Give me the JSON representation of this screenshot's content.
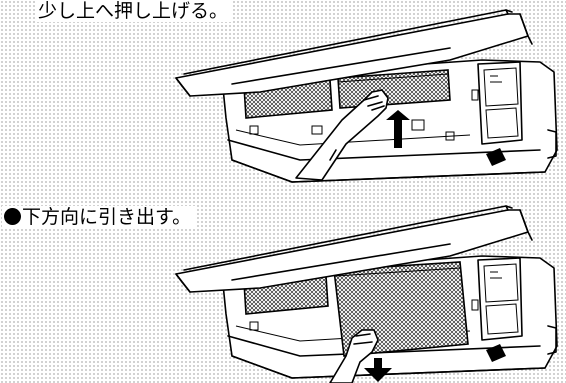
{
  "page": {
    "background_color": "#ffffff",
    "dot_color": "#b4b4b4"
  },
  "steps": [
    {
      "text": "少し上へ押し上げる。",
      "bullet": false,
      "arrow_direction": "up",
      "filter_state": "pushed up, still inserted"
    },
    {
      "text": "下方向に引き出す。",
      "bullet": true,
      "arrow_direction": "down",
      "filter_state": "pulled down out of unit"
    }
  ],
  "illustration": {
    "subject": "wall-mounted air conditioner with front panel lifted open",
    "icons": [
      "hand-icon",
      "arrow-up-icon",
      "arrow-down-icon",
      "filter-mesh-icon"
    ]
  }
}
